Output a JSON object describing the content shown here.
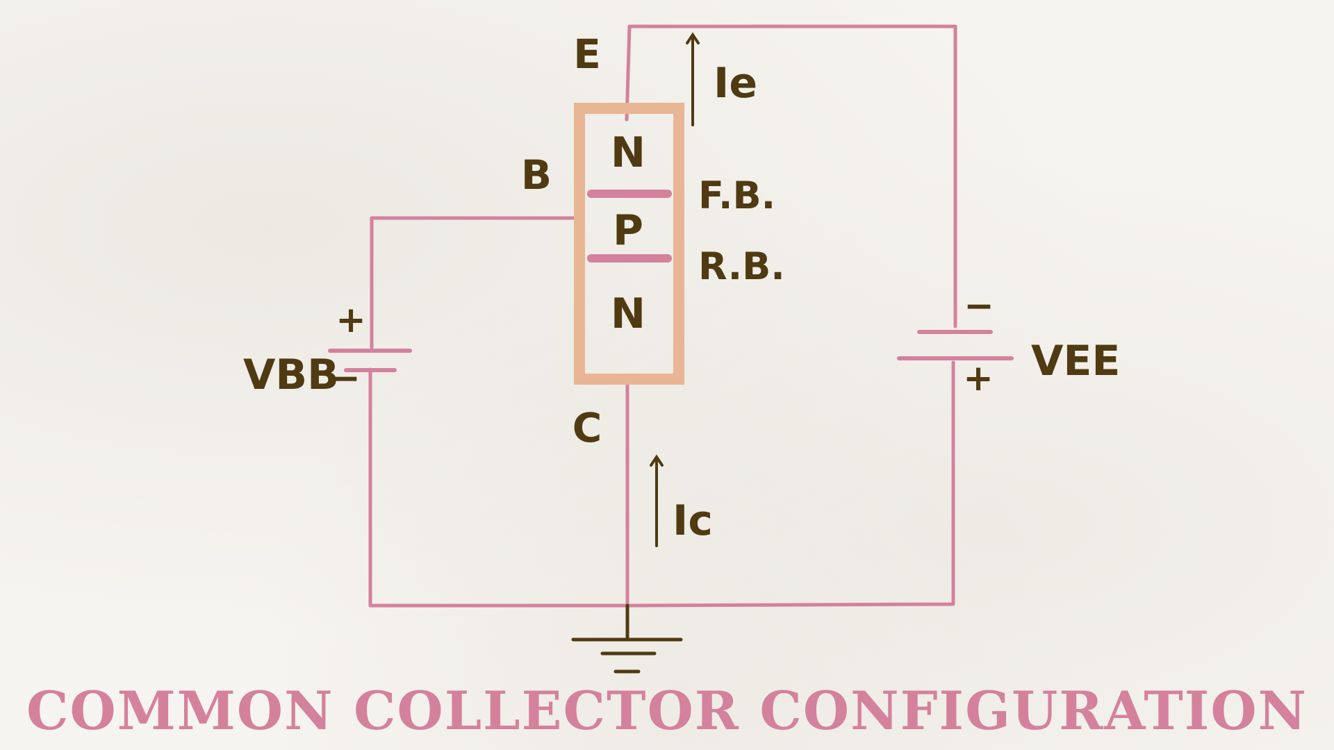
{
  "diagram": {
    "title": "COMMON COLLECTOR CONFIGURATION",
    "terminals": {
      "emitter": "E",
      "base": "B",
      "collector": "C"
    },
    "layers": {
      "top": "N",
      "middle": "P",
      "bottom": "N"
    },
    "junctions": {
      "upper": "F.B.",
      "lower": "R.B."
    },
    "currents": {
      "emitter": "Ie",
      "collector": "Ic"
    },
    "sources": {
      "base": {
        "name": "VBB",
        "plus": "+",
        "minus": "−"
      },
      "emitter": {
        "name": "VEE",
        "plus": "+",
        "minus": "−"
      }
    },
    "colors": {
      "wire": "#d4819e",
      "transistor_box": "#e8b595",
      "junction": "#d4819e",
      "text": "#4f3a12",
      "title": "#d4819e"
    },
    "icons": {
      "ground": "ground-symbol-icon",
      "battery": "battery-cell-icon",
      "current": "current-arrow-icon"
    }
  }
}
